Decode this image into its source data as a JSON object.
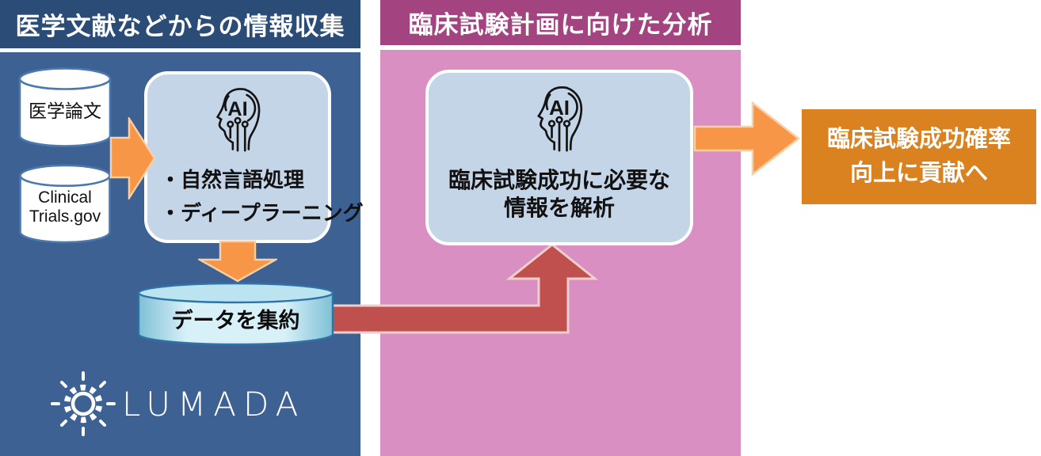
{
  "left_panel": {
    "header": "医学文献などからの情報収集",
    "header_color": "#2C4C78",
    "body_color": "#3D6193",
    "sources": {
      "medical_papers": {
        "label": "医学論文"
      },
      "clinical_trials": {
        "lines": [
          "Clinical",
          "Trials.gov"
        ]
      }
    },
    "ai_box": {
      "icon": "ai-head-icon",
      "fill": "#C5D5E8",
      "bullets": [
        "・自然言語処理",
        "・ディープラーニング"
      ]
    },
    "data_cylinder": {
      "label": "データを集約"
    },
    "logo": {
      "icon": "lumada-sun-gear-icon",
      "wordmark": "LUMADA"
    }
  },
  "right_panel": {
    "header": "臨床試験計画に向けた分析",
    "header_color": "#A34480",
    "body_color": "#D98FC2",
    "ai_box": {
      "icon": "ai-head-icon",
      "fill": "#C5D5E8",
      "lines": [
        "臨床試験成功に必要な",
        "情報を解析"
      ]
    }
  },
  "result_box": {
    "fill": "#D9821F",
    "lines": [
      "臨床試験成功確率",
      "向上に貢献へ"
    ]
  },
  "arrows": {
    "orange_fill": "#F79646",
    "orange_outline": "#FACFA5",
    "red_fill": "#C0504D",
    "red_outline": "#EFCFCE"
  }
}
